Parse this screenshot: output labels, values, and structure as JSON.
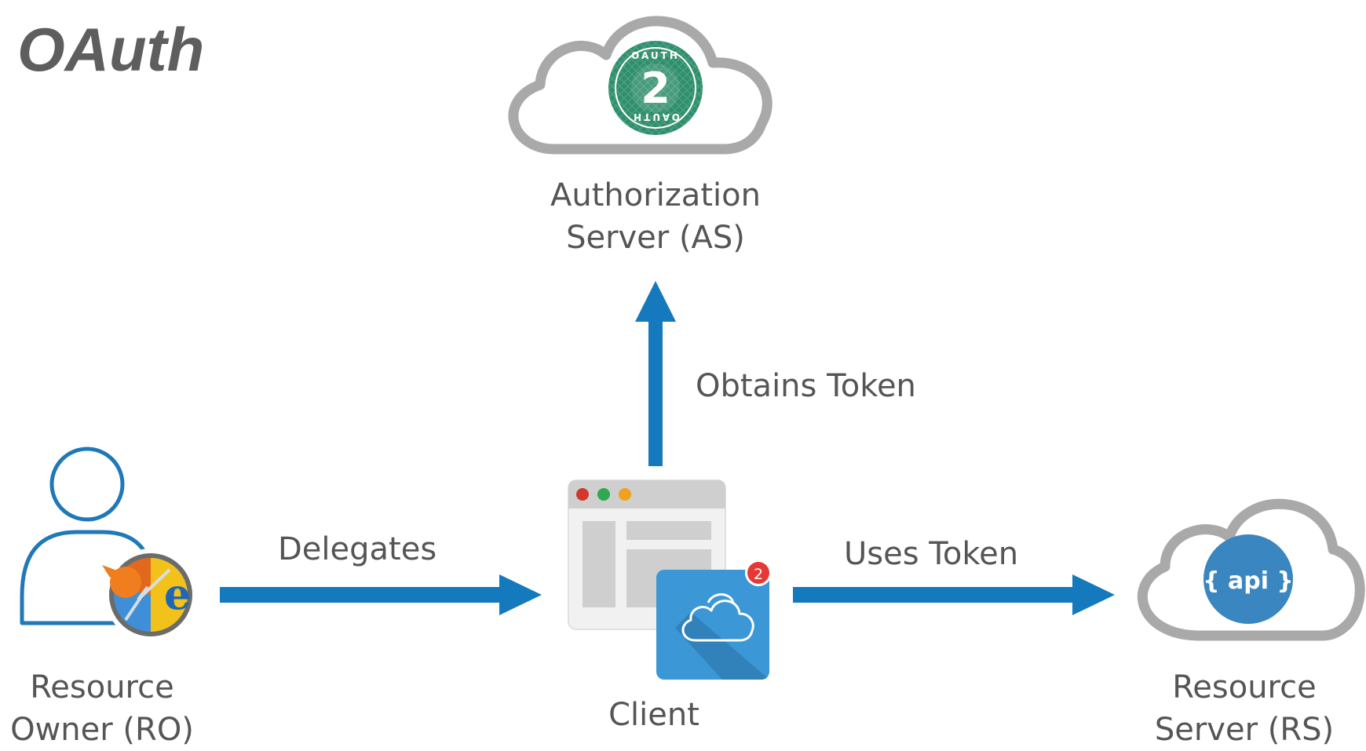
{
  "title": "OAuth",
  "nodes": {
    "authorization_server": {
      "line1": "Authorization",
      "line2": "Server (AS)",
      "badge_top": "OAUTH",
      "badge_bottom": "OAUTH",
      "badge_number": "2",
      "icon": "oauth2-cloud-icon"
    },
    "resource_owner": {
      "line1": "Resource",
      "line2": "Owner (RO)",
      "icon": "user-with-browsers-icon"
    },
    "client": {
      "label": "Client",
      "icon": "app-window-icon",
      "notification_count": "2"
    },
    "resource_server": {
      "line1": "Resource",
      "line2": "Server (RS)",
      "icon": "api-cloud-icon",
      "api_label": "{ api }"
    }
  },
  "edges": {
    "delegates": "Delegates",
    "obtains_token": "Obtains Token",
    "uses_token": "Uses Token"
  },
  "colors": {
    "arrow": "#1479bd",
    "cloud_outline": "#a9a9a9",
    "oauth_badge": "#2f8f6c",
    "api_circle": "#3a86c0",
    "text": "#555555",
    "title": "#5e5e5e"
  }
}
